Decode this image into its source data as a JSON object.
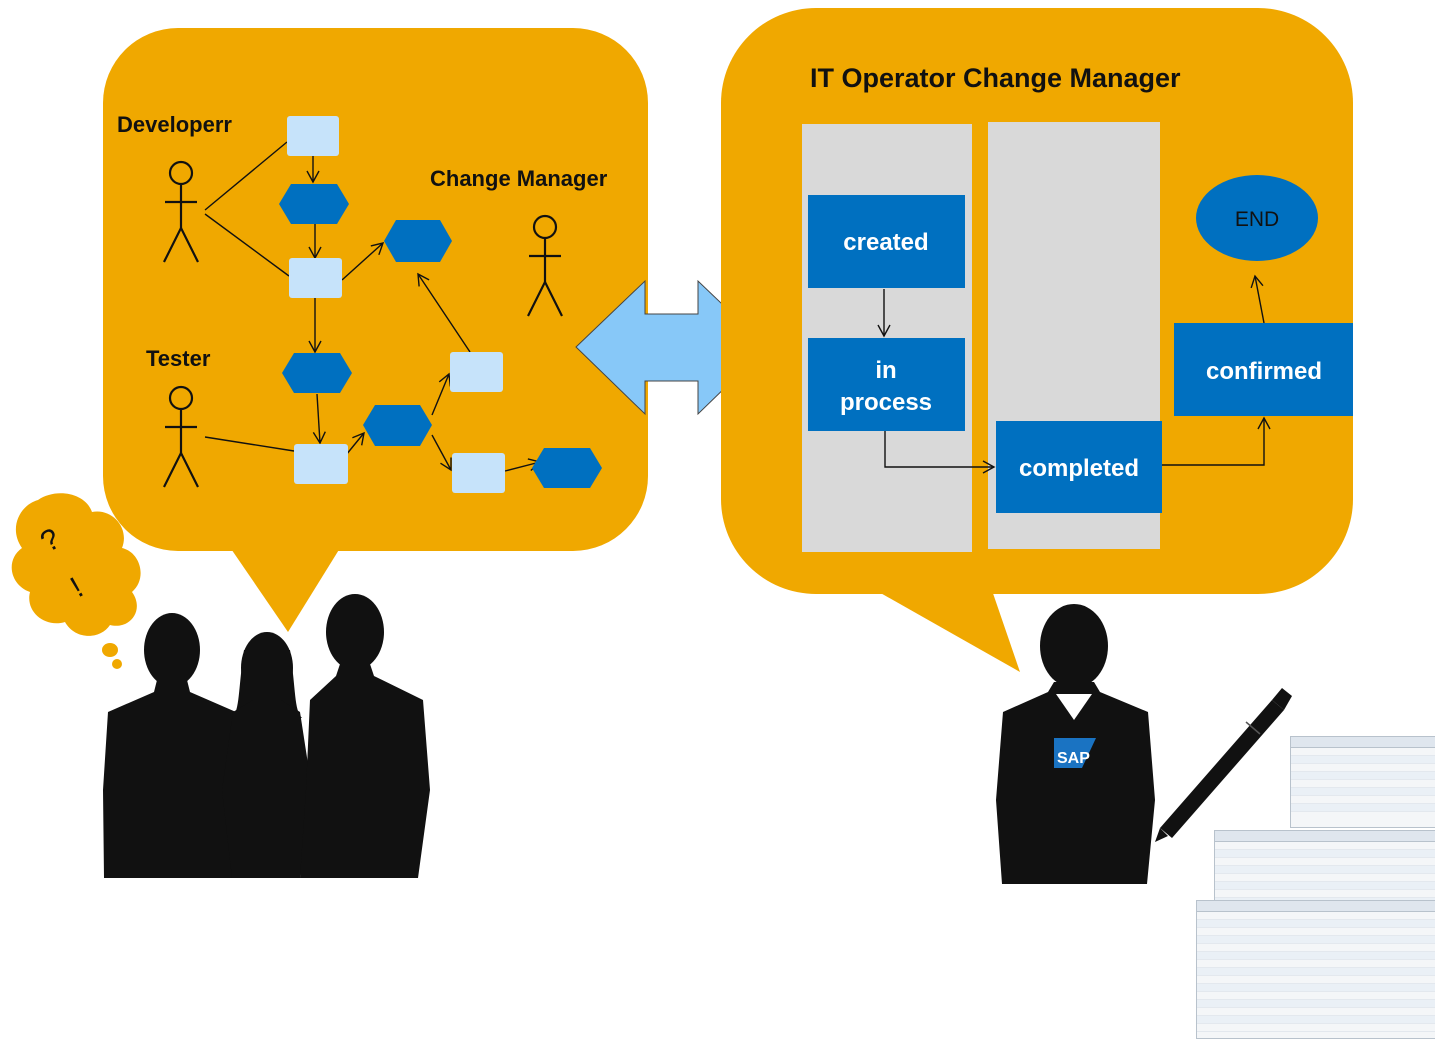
{
  "left_bubble": {
    "roles": {
      "developer": "Developerr",
      "change_manager": "Change Manager",
      "tester": "Tester"
    }
  },
  "thought": {
    "question": "?",
    "exclaim": "!"
  },
  "right_bubble": {
    "title": "IT Operator Change Manager",
    "states": {
      "created": "created",
      "in_process_line1": "in",
      "in_process_line2": "process",
      "completed": "completed",
      "confirmed": "confirmed",
      "end": "END"
    }
  },
  "badge": {
    "text": "SAP"
  },
  "colors": {
    "bubble": "#F0A800",
    "dark_box": "#0070C0",
    "light_box": "#C6E3FA",
    "swimlane": "#D9D9D9",
    "arrow": "#87C8F8",
    "silhouette": "#111111"
  },
  "icons": [
    "person-stick-icon",
    "double-arrow-icon",
    "pen-icon",
    "screenshot-thumbnail"
  ]
}
